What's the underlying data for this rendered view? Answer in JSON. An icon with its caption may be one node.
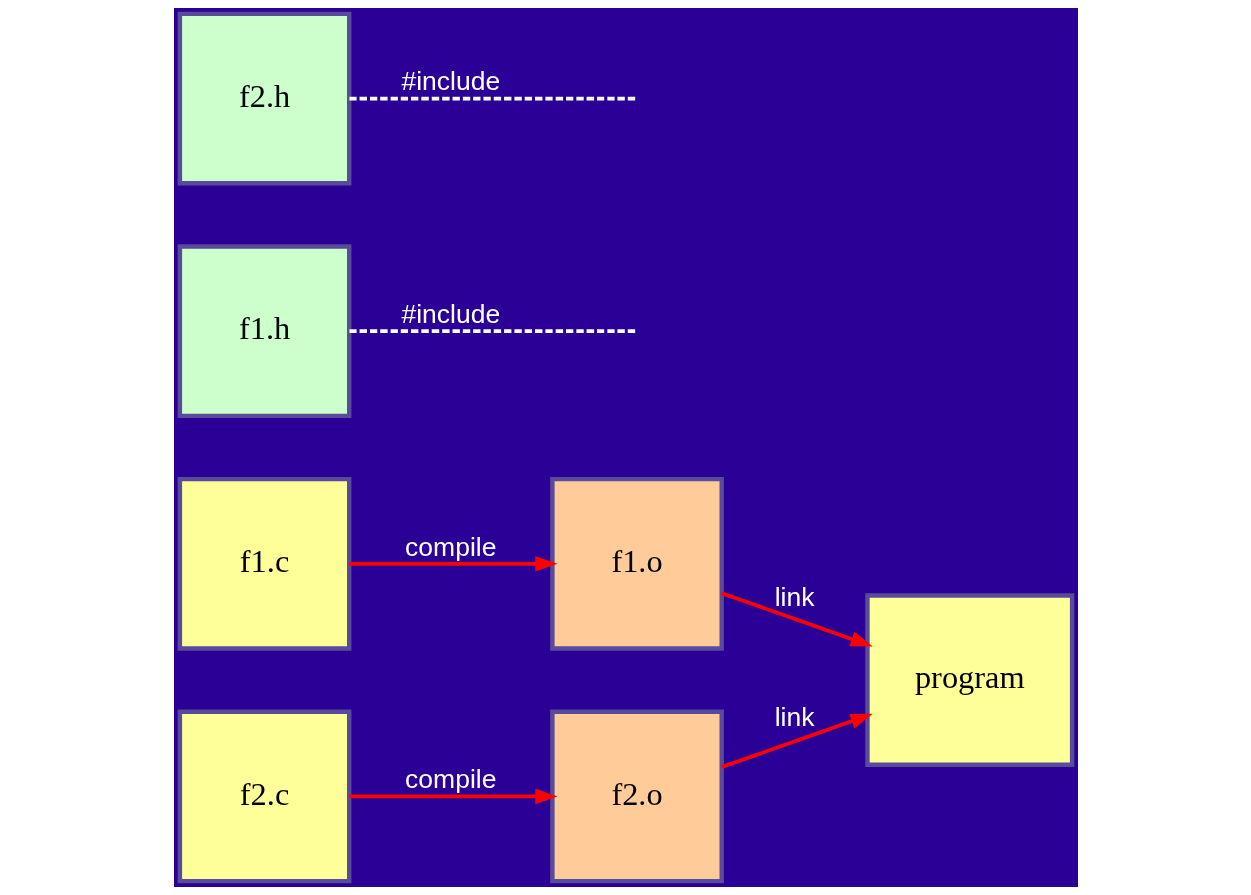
{
  "diagram": {
    "nodes": [
      {
        "text": [
          "f1.c"
        ]
      },
      {
        "text": [
          "f1.o"
        ]
      },
      {
        "text": [
          "f1.h"
        ]
      },
      {
        "text": [
          "program"
        ]
      },
      {
        "text": [
          "f2.c"
        ]
      },
      {
        "text": [
          "f2.o"
        ]
      },
      {
        "text": [
          "f2.h"
        ]
      }
    ],
    "edges": [
      {
        "from": 0,
        "to": 1,
        "arrow": "to",
        "label": "compile"
      },
      {
        "from": 2,
        "to": null,
        "arrow": "none",
        "label": "#include",
        "style": "dashed",
        "color": "#ffffff"
      },
      {
        "from": 1,
        "to": 3,
        "arrow": "to",
        "label": "link"
      },
      {
        "from": 4,
        "to": 5,
        "arrow": "to",
        "label": "compile"
      },
      {
        "from": 6,
        "to": null,
        "arrow": "none",
        "label": "#include",
        "style": "dashed",
        "color": "#ffffff"
      },
      {
        "from": 5,
        "to": 3,
        "arrow": "to",
        "label": "link"
      }
    ]
  }
}
